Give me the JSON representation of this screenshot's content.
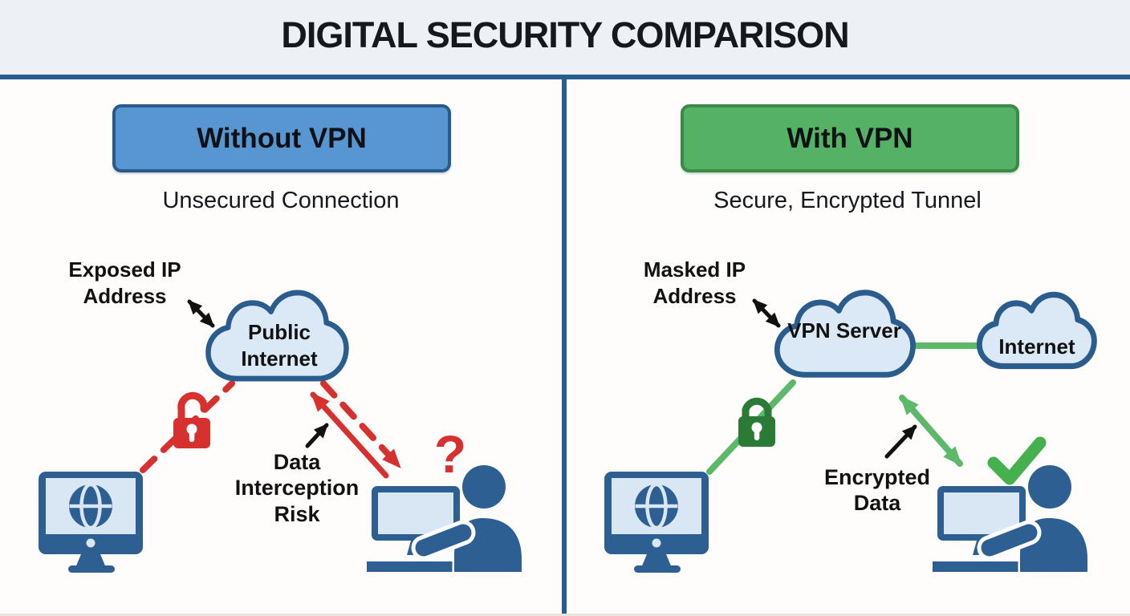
{
  "title": "DIGITAL SECURITY COMPARISON",
  "left": {
    "header": "Without VPN",
    "subtitle": "Unsecured Connection",
    "ip_label": "Exposed IP Address",
    "cloud_label": "Public Internet",
    "risk_label": "Data Interception Risk",
    "question_mark": "?"
  },
  "right": {
    "header": "With VPN",
    "subtitle": "Secure, Encrypted Tunnel",
    "ip_label": "Masked IP Address",
    "cloud_label": "VPN Server",
    "internet_label": "Internet",
    "data_label": "Encrypted Data"
  },
  "icons": {
    "left": [
      "globe-monitor-icon",
      "padlock-open-icon",
      "public-internet-cloud-icon",
      "user-workstation-icon",
      "question-mark"
    ],
    "right": [
      "globe-monitor-icon",
      "padlock-closed-icon",
      "vpn-server-cloud-icon",
      "internet-cloud-icon",
      "user-workstation-icon",
      "checkmark-icon"
    ]
  },
  "colors": {
    "header_strip_bg": "#edf0f4",
    "panel_bg": "#fffdfb",
    "divider_blue": "#2b5c8e",
    "box_blue_fill": "#5796d1",
    "box_blue_border": "#2a5a88",
    "box_green_fill": "#55b163",
    "box_green_border": "#3c8a4a",
    "cloud_fill": "#dbe8f6",
    "cloud_border": "#2b5c8e",
    "icon_dark_blue": "#2d5f92",
    "screen_light_blue": "#d9e7f5",
    "alert_red": "#d6312f",
    "safe_green_line": "#5cb96a",
    "checkmark_green": "#45b04e",
    "lock_green": "#2b7a36",
    "text_black": "#111111"
  }
}
